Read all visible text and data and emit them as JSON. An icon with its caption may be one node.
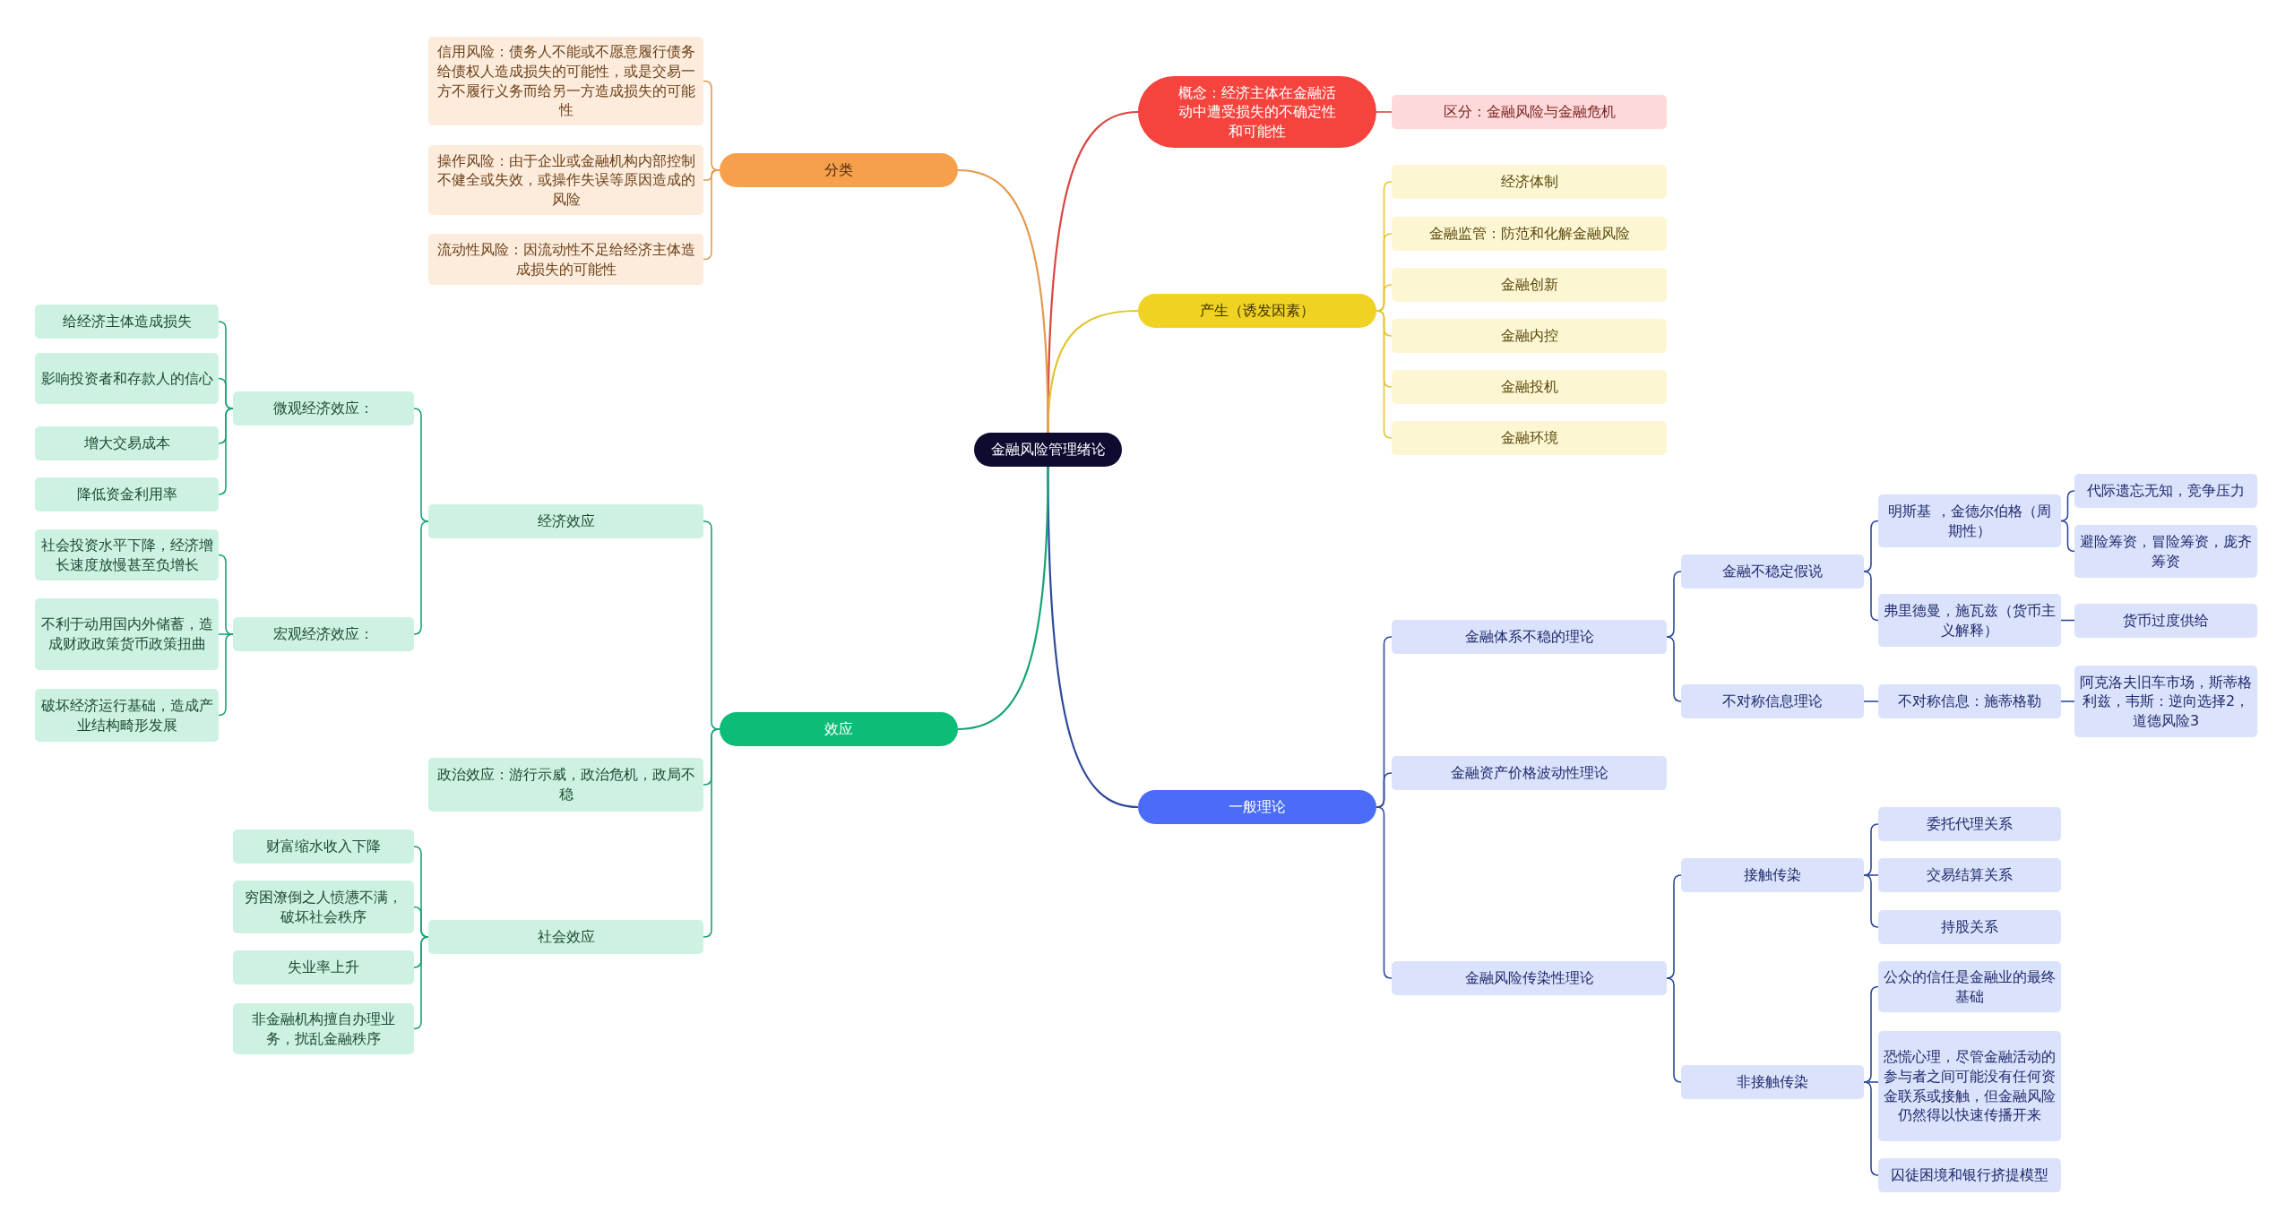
{
  "diagram": {
    "nodes": [
      {
        "text": [
          "金融风险管理绪论"
        ]
      },
      {
        "text": [
          "概念：经济主体在金融活动中遭受损失的不确定性和可能性"
        ]
      },
      {
        "text": [
          "区分：金融风险与金融危机"
        ]
      },
      {
        "text": [
          "产生（诱发因素）"
        ]
      },
      {
        "text": [
          "经济体制"
        ]
      },
      {
        "text": [
          "金融监管：防范和化解金融风险"
        ]
      },
      {
        "text": [
          "金融创新"
        ]
      },
      {
        "text": [
          "金融内控"
        ]
      },
      {
        "text": [
          "金融投机"
        ]
      },
      {
        "text": [
          "金融环境"
        ]
      },
      {
        "text": [
          "一般理论"
        ]
      },
      {
        "text": [
          "金融体系不稳的理论"
        ]
      },
      {
        "text": [
          "金融不稳定假说"
        ]
      },
      {
        "text": [
          "明斯基 ，金德尔伯格（周期性）"
        ]
      },
      {
        "text": [
          "代际遗忘无知，竞争压力"
        ]
      },
      {
        "text": [
          "避险筹资，冒险筹资，庞齐筹资"
        ]
      },
      {
        "text": [
          "弗里德曼，施瓦兹（货币主义解释）"
        ]
      },
      {
        "text": [
          "货币过度供给"
        ]
      },
      {
        "text": [
          "不对称信息理论"
        ]
      },
      {
        "text": [
          "不对称信息：施蒂格勒"
        ]
      },
      {
        "text": [
          "阿克洛夫旧车市场，斯蒂格利兹，韦斯：逆向选择2，道德风险3"
        ]
      },
      {
        "text": [
          "金融资产价格波动性理论"
        ]
      },
      {
        "text": [
          "金融风险传染性理论"
        ]
      },
      {
        "text": [
          "接触传染"
        ]
      },
      {
        "text": [
          "委托代理关系"
        ]
      },
      {
        "text": [
          "交易结算关系"
        ]
      },
      {
        "text": [
          "持股关系"
        ]
      },
      {
        "text": [
          "非接触传染"
        ]
      },
      {
        "text": [
          "公众的信任是金融业的最终基础"
        ]
      },
      {
        "text": [
          "恐慌心理，尽管金融活动的参与者之间可能没有任何资金联系或接触，但金融风险仍然得以快速传播开来"
        ]
      },
      {
        "text": [
          "囚徒困境和银行挤提模型"
        ]
      },
      {
        "text": [
          "分类"
        ]
      },
      {
        "text": [
          "信用风险：债务人不能或不愿意履行债务给债权人造成损失的可能性，或是交易一方不履行义务而给另一方造成损失的可能性"
        ]
      },
      {
        "text": [
          "操作风险：由于企业或金融机构内部控制不健全或失效，或操作失误等原因造成的风险"
        ]
      },
      {
        "text": [
          "流动性风险：因流动性不足给经济主体造成损失的可能性"
        ]
      },
      {
        "text": [
          "效应"
        ]
      },
      {
        "text": [
          "经济效应"
        ]
      },
      {
        "text": [
          "微观经济效应："
        ]
      },
      {
        "text": [
          "给经济主体造成损失"
        ]
      },
      {
        "text": [
          "影响投资者和存款人的信心"
        ]
      },
      {
        "text": [
          "增大交易成本"
        ]
      },
      {
        "text": [
          "降低资金利用率"
        ]
      },
      {
        "text": [
          "宏观经济效应："
        ]
      },
      {
        "text": [
          "社会投资水平下降，经济增长速度放慢甚至负增长"
        ]
      },
      {
        "text": [
          "不利于动用国内外储蓄，造成财政政策货币政策扭曲"
        ]
      },
      {
        "text": [
          "破坏经济运行基础，造成产业结构畸形发展"
        ]
      },
      {
        "text": [
          "政治效应：游行示威，政治危机，政局不稳"
        ]
      },
      {
        "text": [
          "社会效应"
        ]
      },
      {
        "text": [
          "财富缩水收入下降"
        ]
      },
      {
        "text": [
          "穷困潦倒之人愤懑不满，破坏社会秩序"
        ]
      },
      {
        "text": [
          "失业率上升"
        ]
      },
      {
        "text": [
          "非金融机构擅自办理业务，扰乱金融秩序"
        ]
      }
    ],
    "edges": [
      {
        "from": 0,
        "to": 1,
        "arrow": "none",
        "color": "#d9463f"
      },
      {
        "from": 1,
        "to": 2,
        "arrow": "none",
        "color": "#d9463f"
      },
      {
        "from": 0,
        "to": 3,
        "arrow": "none",
        "color": "#e5c530"
      },
      {
        "from": 3,
        "to": 4,
        "arrow": "none",
        "color": "#e5c530"
      },
      {
        "from": 3,
        "to": 5,
        "arrow": "none",
        "color": "#e5c530"
      },
      {
        "from": 3,
        "to": 6,
        "arrow": "none",
        "color": "#e5c530"
      },
      {
        "from": 3,
        "to": 7,
        "arrow": "none",
        "color": "#e5c530"
      },
      {
        "from": 3,
        "to": 8,
        "arrow": "none",
        "color": "#e5c530"
      },
      {
        "from": 3,
        "to": 9,
        "arrow": "none",
        "color": "#e5c530"
      },
      {
        "from": 0,
        "to": 10,
        "arrow": "none"
      },
      {
        "from": 10,
        "to": 11,
        "arrow": "none"
      },
      {
        "from": 11,
        "to": 12,
        "arrow": "none"
      },
      {
        "from": 12,
        "to": 13,
        "arrow": "none"
      },
      {
        "from": 13,
        "to": 14,
        "arrow": "none"
      },
      {
        "from": 13,
        "to": 15,
        "arrow": "none"
      },
      {
        "from": 12,
        "to": 16,
        "arrow": "none"
      },
      {
        "from": 16,
        "to": 17,
        "arrow": "none"
      },
      {
        "from": 11,
        "to": 18,
        "arrow": "none"
      },
      {
        "from": 18,
        "to": 19,
        "arrow": "none"
      },
      {
        "from": 19,
        "to": 20,
        "arrow": "none"
      },
      {
        "from": 10,
        "to": 21,
        "arrow": "none"
      },
      {
        "from": 10,
        "to": 22,
        "arrow": "none"
      },
      {
        "from": 22,
        "to": 23,
        "arrow": "none"
      },
      {
        "from": 23,
        "to": 24,
        "arrow": "none"
      },
      {
        "from": 23,
        "to": 25,
        "arrow": "none"
      },
      {
        "from": 23,
        "to": 26,
        "arrow": "none"
      },
      {
        "from": 22,
        "to": 27,
        "arrow": "none"
      },
      {
        "from": 27,
        "to": 28,
        "arrow": "none"
      },
      {
        "from": 27,
        "to": 29,
        "arrow": "none"
      },
      {
        "from": 27,
        "to": 30,
        "arrow": "none"
      },
      {
        "from": 0,
        "to": 31,
        "arrow": "none",
        "color": "#e39a4f"
      },
      {
        "from": 31,
        "to": 32,
        "arrow": "none",
        "color": "#e39a4f"
      },
      {
        "from": 31,
        "to": 33,
        "arrow": "none",
        "color": "#e39a4f"
      },
      {
        "from": 31,
        "to": 34,
        "arrow": "none",
        "color": "#e39a4f"
      },
      {
        "from": 0,
        "to": 35,
        "arrow": "none",
        "color": "#17a472"
      },
      {
        "from": 35,
        "to": 36,
        "arrow": "none",
        "color": "#17a472"
      },
      {
        "from": 36,
        "to": 37,
        "arrow": "none",
        "color": "#17a472"
      },
      {
        "from": 37,
        "to": 38,
        "arrow": "none",
        "color": "#17a472"
      },
      {
        "from": 37,
        "to": 39,
        "arrow": "none",
        "color": "#17a472"
      },
      {
        "from": 37,
        "to": 40,
        "arrow": "none",
        "color": "#17a472"
      },
      {
        "from": 37,
        "to": 41,
        "arrow": "none",
        "color": "#17a472"
      },
      {
        "from": 36,
        "to": 42,
        "arrow": "none",
        "color": "#17a472"
      },
      {
        "from": 42,
        "to": 43,
        "arrow": "none",
        "color": "#17a472"
      },
      {
        "from": 42,
        "to": 44,
        "arrow": "none",
        "color": "#17a472"
      },
      {
        "from": 42,
        "to": 45,
        "arrow": "none",
        "color": "#17a472"
      },
      {
        "from": 35,
        "to": 46,
        "arrow": "none",
        "color": "#17a472"
      },
      {
        "from": 35,
        "to": 47,
        "arrow": "none",
        "color": "#17a472"
      },
      {
        "from": 47,
        "to": 48,
        "arrow": "none",
        "color": "#17a472"
      },
      {
        "from": 47,
        "to": 49,
        "arrow": "none",
        "color": "#17a472"
      },
      {
        "from": 47,
        "to": 50,
        "arrow": "none",
        "color": "#17a472"
      },
      {
        "from": 47,
        "to": 51,
        "arrow": "none",
        "color": "#17a472"
      }
    ]
  }
}
